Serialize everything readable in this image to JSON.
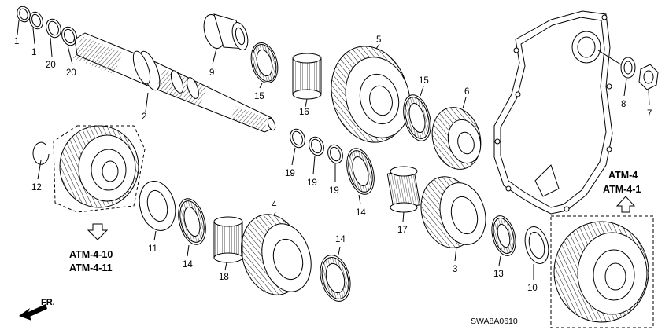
{
  "parts": [
    {
      "id": "p1a",
      "num": "1"
    },
    {
      "id": "p1b",
      "num": "1"
    },
    {
      "id": "p20a",
      "num": "20"
    },
    {
      "id": "p20b",
      "num": "20"
    },
    {
      "id": "p9",
      "num": "9"
    },
    {
      "id": "p2",
      "num": "2"
    },
    {
      "id": "p15a",
      "num": "15"
    },
    {
      "id": "p16",
      "num": "16"
    },
    {
      "id": "p5",
      "num": "5"
    },
    {
      "id": "p15b",
      "num": "15"
    },
    {
      "id": "p6",
      "num": "6"
    },
    {
      "id": "p8",
      "num": "8"
    },
    {
      "id": "p7",
      "num": "7"
    },
    {
      "id": "p19a",
      "num": "19"
    },
    {
      "id": "p19b",
      "num": "19"
    },
    {
      "id": "p19c",
      "num": "19"
    },
    {
      "id": "p14a",
      "num": "14"
    },
    {
      "id": "p12",
      "num": "12"
    },
    {
      "id": "p17",
      "num": "17"
    },
    {
      "id": "p4",
      "num": "4"
    },
    {
      "id": "p11",
      "num": "11"
    },
    {
      "id": "p14b",
      "num": "14"
    },
    {
      "id": "p18",
      "num": "18"
    },
    {
      "id": "p14c",
      "num": "14"
    },
    {
      "id": "p3",
      "num": "3"
    },
    {
      "id": "p13",
      "num": "13"
    },
    {
      "id": "p10",
      "num": "10"
    }
  ],
  "references": {
    "left_top": "ATM-4-10",
    "left_bottom": "ATM-4-11",
    "right_top": "ATM-4",
    "right_bottom": "ATM-4-1"
  },
  "direction_label": "FR.",
  "diagram_code": "SWA8A0610"
}
